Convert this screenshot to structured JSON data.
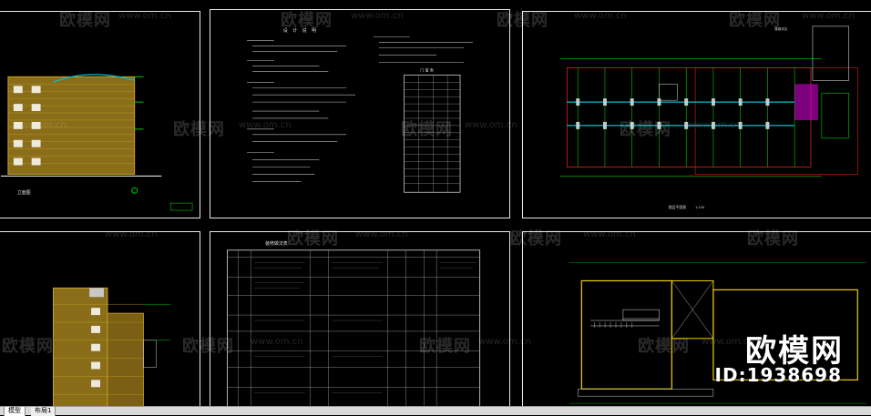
{
  "watermark": {
    "brand": "欧模网",
    "url": "www.om.cn"
  },
  "badge": {
    "brand": "欧模网",
    "id": "ID:1938698"
  },
  "sheets": {
    "elevation_top_title": "立面图",
    "notes_title": "设 计 说 明",
    "door_table_title": "门 窗 表",
    "finish_table_title": "装修做法表",
    "plan_title": "首层平面图",
    "stair_note": "楼梯详见",
    "scale": "1:100"
  },
  "tabs": [
    {
      "label": "模型",
      "active": true
    },
    {
      "label": "布局1",
      "active": false
    }
  ],
  "colors": {
    "border": "#e8e8e8",
    "facade": "#c9a227",
    "cyan": "#00c0d0",
    "green": "#00c800",
    "magenta": "#d000d0",
    "red": "#e02020"
  }
}
